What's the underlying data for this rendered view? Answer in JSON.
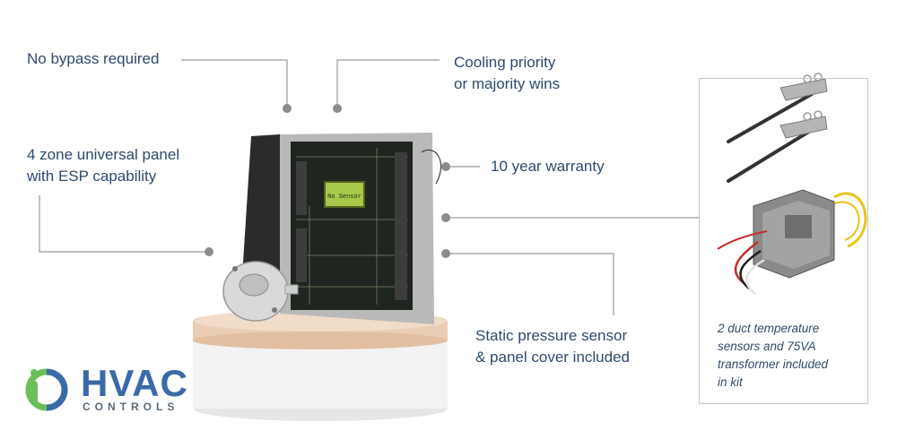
{
  "callouts": {
    "bypass": "No bypass required",
    "cooling_line1": "Cooling priority",
    "cooling_line2": "or majority wins",
    "zone_line1": "4 zone universal panel",
    "zone_line2": "with ESP capability",
    "warranty": "10 year warranty",
    "static_line1": "Static pressure sensor",
    "static_line2": "& panel cover included"
  },
  "kit": {
    "caption_line1": "2 duct temperature",
    "caption_line2": "sensors and 75VA",
    "caption_line3": "transformer included",
    "caption_line4": "in kit"
  },
  "lcd": {
    "text": "No Sensor"
  },
  "logo": {
    "mark": "iO",
    "brand": "HVAC",
    "sub": "CONTROLS"
  },
  "colors": {
    "text": "#2f4a6d",
    "leader_line": "#9a9a9a",
    "dot": "#8c8c8c",
    "logo_blue": "#3a6aa8",
    "logo_green": "#6bbf59"
  }
}
